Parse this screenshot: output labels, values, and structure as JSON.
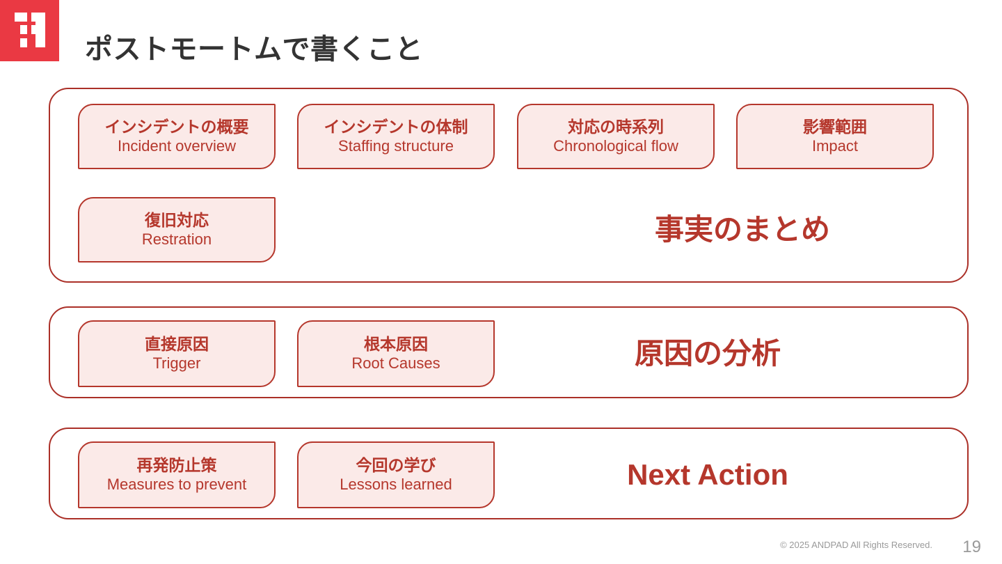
{
  "header": {
    "logo_icon": "andpad-logo-icon",
    "logo_bg": "#ea3943",
    "title": "ポストモートムで書くこと"
  },
  "theme": {
    "accent": "#b5372c",
    "card_fill": "#fbeae8",
    "container_border": "#ab3028",
    "title_color": "#333333",
    "footer_color": "#9a9a9a"
  },
  "groups": [
    {
      "id": "facts",
      "caption": "事実のまとめ",
      "cards": [
        {
          "ja": "インシデントの概要",
          "en": "Incident overview"
        },
        {
          "ja": "インシデントの体制",
          "en": "Staffing structure"
        },
        {
          "ja": "対応の時系列",
          "en": "Chronological flow"
        },
        {
          "ja": "影響範囲",
          "en": "Impact"
        },
        {
          "ja": "復旧対応",
          "en": "Restration"
        }
      ]
    },
    {
      "id": "causes",
      "caption": "原因の分析",
      "cards": [
        {
          "ja": "直接原因",
          "en": "Trigger"
        },
        {
          "ja": "根本原因",
          "en": "Root Causes"
        }
      ]
    },
    {
      "id": "next",
      "caption": "Next Action",
      "cards": [
        {
          "ja": "再発防止策",
          "en": "Measures to prevent"
        },
        {
          "ja": "今回の学び",
          "en": "Lessons learned"
        }
      ]
    }
  ],
  "footer": {
    "copyright": "© 2025 ANDPAD All Rights Reserved.",
    "page_number": "19"
  }
}
